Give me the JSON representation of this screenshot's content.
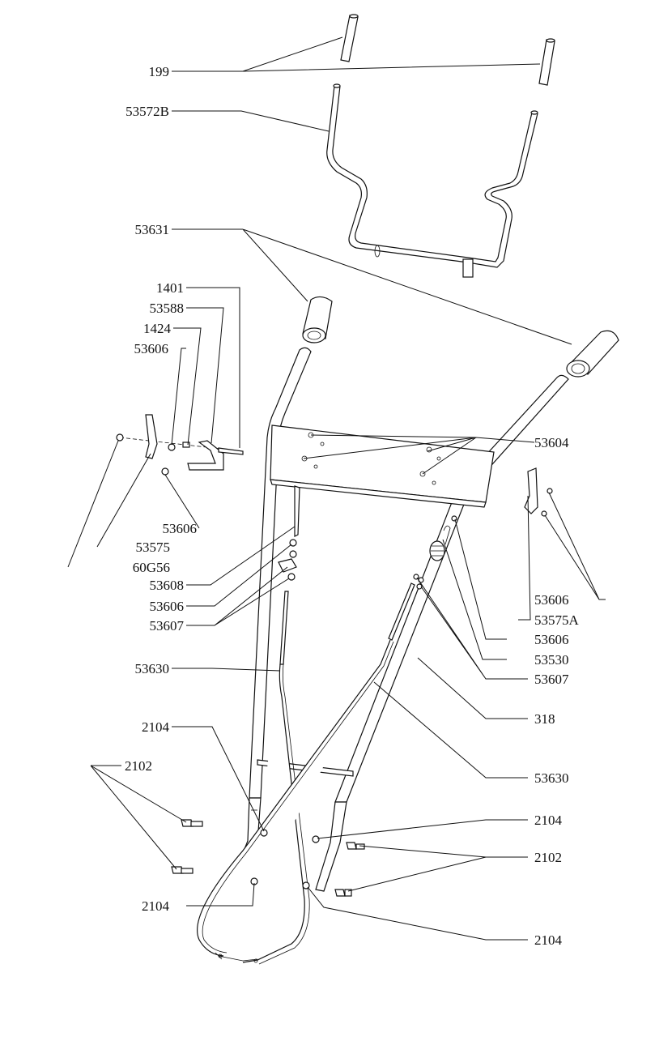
{
  "labels": {
    "l199": "199",
    "l53572B": "53572B",
    "l53631": "53631",
    "l1401": "1401",
    "l53588": "53588",
    "l1424": "1424",
    "l53606a": "53606",
    "l53604": "53604",
    "l53606b": "53606",
    "l53575": "53575",
    "l60G56": "60G56",
    "l53608": "53608",
    "l53606c": "53606",
    "l53607a": "53607",
    "l53606d": "53606",
    "l53575A": "53575A",
    "l53606e": "53606",
    "l53530": "53530",
    "l53607b": "53607",
    "l53630a": "53630",
    "l318": "318",
    "l2104a": "2104",
    "l2102a": "2102",
    "l53630b": "53630",
    "l2104b": "2104",
    "l2102b": "2102",
    "l2104c": "2104",
    "l2104d": "2104"
  }
}
